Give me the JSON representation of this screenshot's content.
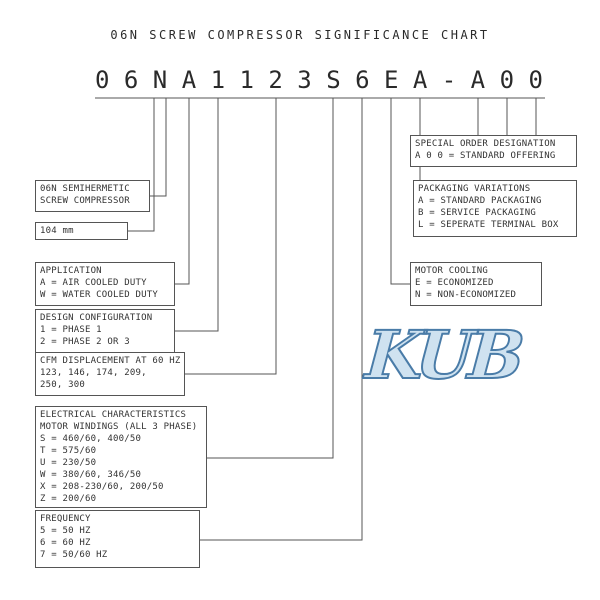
{
  "title": "06N SCREW COMPRESSOR SIGNIFICANCE CHART",
  "model_number": "0 6 N A 1 1 2 3 S 6 E A - A 0 0",
  "watermark": "KUB",
  "left_boxes": [
    {
      "name": "compressor-family",
      "lines": [
        "06N SEMIHERMETIC",
        "SCREW COMPRESSOR"
      ]
    },
    {
      "name": "rotor-size",
      "lines": [
        "104 mm"
      ]
    },
    {
      "name": "application",
      "lines": [
        "APPLICATION",
        "A = AIR COOLED DUTY",
        "W = WATER COOLED DUTY"
      ]
    },
    {
      "name": "design-configuration",
      "lines": [
        "DESIGN CONFIGURATION",
        "1 = PHASE 1",
        "2 = PHASE 2 OR 3"
      ]
    },
    {
      "name": "cfm-displacement",
      "lines": [
        "CFM DISPLACEMENT AT 60 HZ",
        "123, 146, 174, 209,",
        "250, 300"
      ]
    },
    {
      "name": "electrical-characteristics",
      "lines": [
        "ELECTRICAL CHARACTERISTICS",
        "MOTOR WINDINGS (ALL 3 PHASE)",
        "S = 460/60, 400/50",
        "T = 575/60",
        "U = 230/50",
        "W = 380/60, 346/50",
        "X = 208-230/60, 200/50",
        "Z = 200/60"
      ]
    },
    {
      "name": "frequency",
      "lines": [
        "FREQUENCY",
        "5 = 50 HZ",
        "6 = 60 HZ",
        "7 = 50/60 HZ"
      ]
    }
  ],
  "right_boxes": [
    {
      "name": "special-order-designation",
      "lines": [
        "SPECIAL ORDER DESIGNATION",
        "A 0 0 = STANDARD OFFERING"
      ]
    },
    {
      "name": "packaging-variations",
      "lines": [
        "PACKAGING VARIATIONS",
        "A = STANDARD PACKAGING",
        "B = SERVICE PACKAGING",
        "L = SEPERATE TERMINAL BOX"
      ]
    },
    {
      "name": "motor-cooling",
      "lines": [
        "MOTOR COOLING",
        "E = ECONOMIZED",
        "N = NON-ECONOMIZED"
      ]
    }
  ],
  "colors": {
    "line": "#555555",
    "text": "#333333",
    "watermark_fill": "#cfe2f0",
    "watermark_stroke": "#4a7ca8"
  }
}
